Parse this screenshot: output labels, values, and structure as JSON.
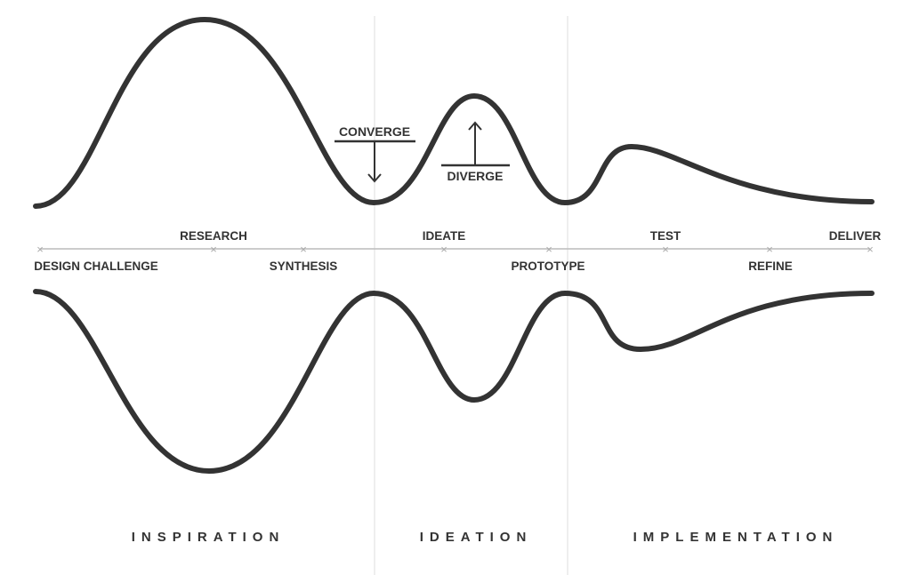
{
  "timeline": {
    "above": [
      "RESEARCH",
      "IDEATE",
      "TEST",
      "DELIVER"
    ],
    "below": [
      "DESIGN CHALLENGE",
      "SYNTHESIS",
      "PROTOTYPE",
      "REFINE"
    ],
    "marker_glyph": "×"
  },
  "annotations": {
    "converge": "CONVERGE",
    "diverge": "DIVERGE"
  },
  "phases": [
    "INSPIRATION",
    "IDEATION",
    "IMPLEMENTATION"
  ],
  "colors": {
    "curve": "#333333",
    "axis": "#bbbbbb",
    "divider": "#dddddd"
  }
}
